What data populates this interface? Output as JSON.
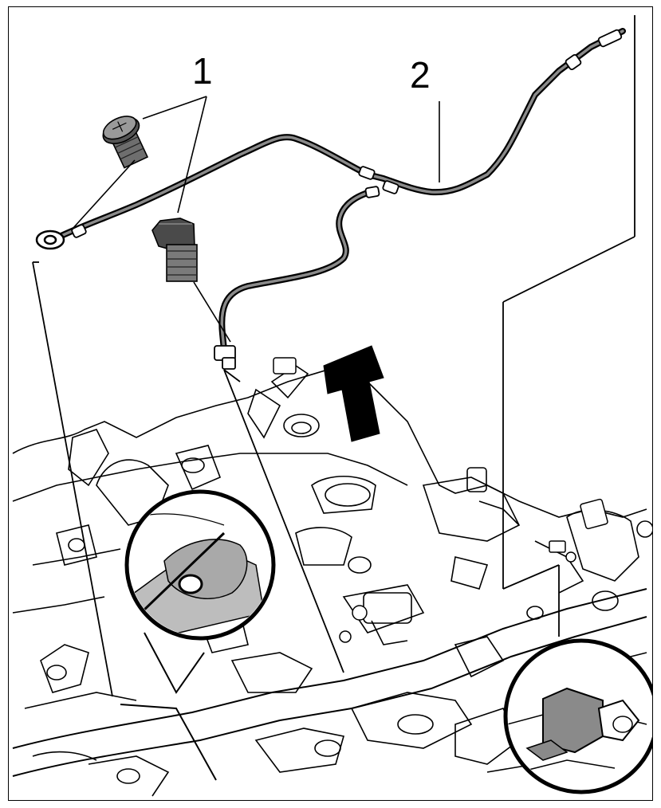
{
  "figure": {
    "callouts": [
      {
        "id": "1",
        "label": "1"
      },
      {
        "id": "2",
        "label": "2"
      }
    ],
    "colors": {
      "line": "#000000",
      "background": "#ffffff",
      "highlight": "#bdbdbd",
      "hose_fill": "#8a8a8a",
      "arrow": "#000000"
    },
    "icons": [
      "bolt-icon",
      "hose-icon",
      "direction-arrow-icon",
      "detail-magnifier-icon"
    ]
  }
}
